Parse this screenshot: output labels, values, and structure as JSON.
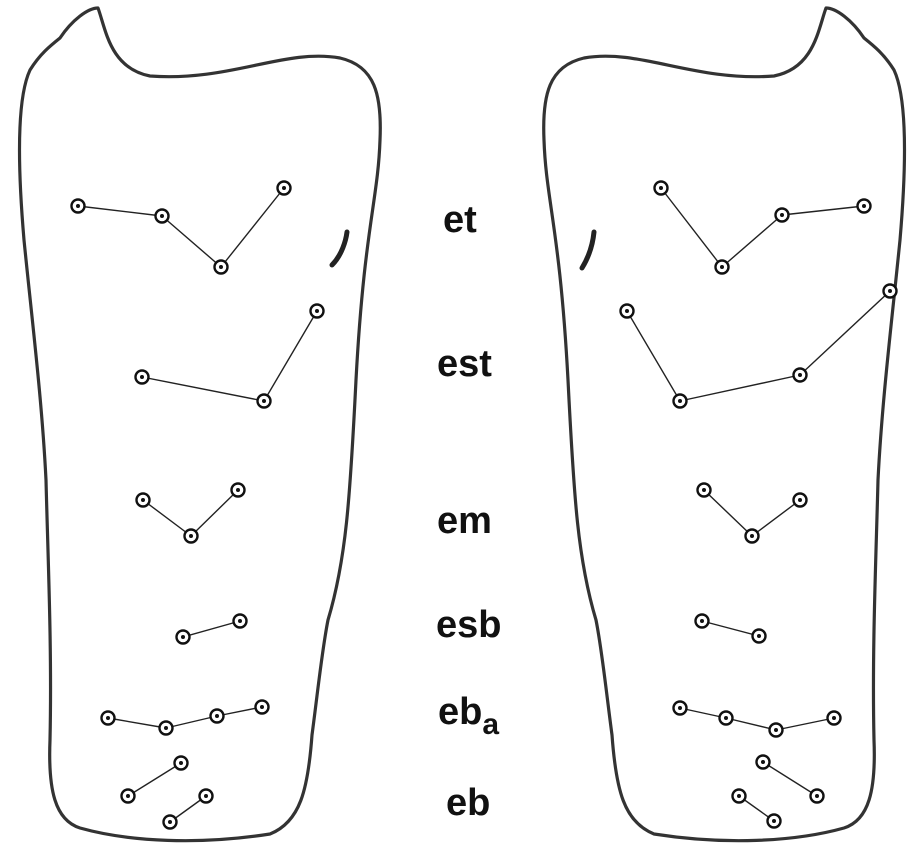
{
  "labels": {
    "et": "et",
    "est": "est",
    "em": "em",
    "esb": "esb",
    "eba_main": "eb",
    "eba_sub": "a",
    "eb": "eb"
  }
}
